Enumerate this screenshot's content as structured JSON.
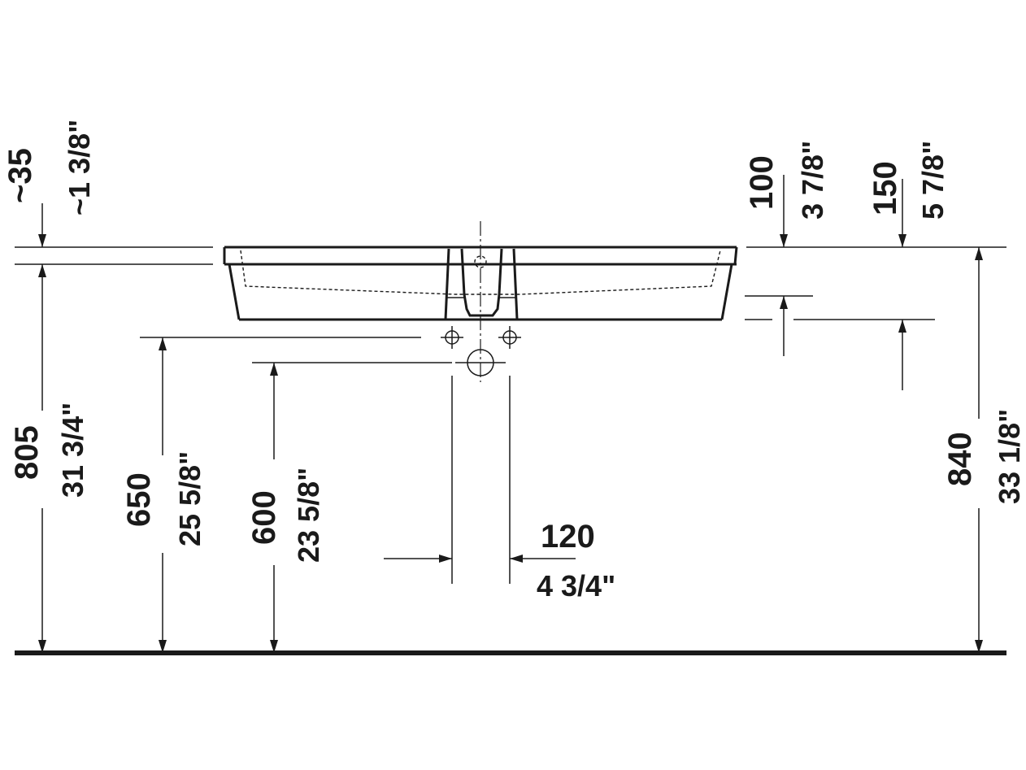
{
  "drawing": {
    "title": "Washbasin side elevation installation drawing",
    "colors": {
      "ink": "#1a1a1a",
      "background": "#ffffff"
    },
    "dimensions": {
      "overflow_height": {
        "mm": "~35",
        "inch": "~1 3/8\""
      },
      "top_offset_100": {
        "mm": "100",
        "inch": "3 7/8\""
      },
      "top_offset_150": {
        "mm": "150",
        "inch": "5 7/8\""
      },
      "height_805": {
        "mm": "805",
        "inch": "31 3/4\""
      },
      "height_650": {
        "mm": "650",
        "inch": "25 5/8\""
      },
      "height_600": {
        "mm": "600",
        "inch": "23 5/8\""
      },
      "height_840": {
        "mm": "840",
        "inch": "33 1/8\""
      },
      "spacing_120": {
        "mm": "120",
        "inch": "4 3/4\""
      }
    }
  }
}
